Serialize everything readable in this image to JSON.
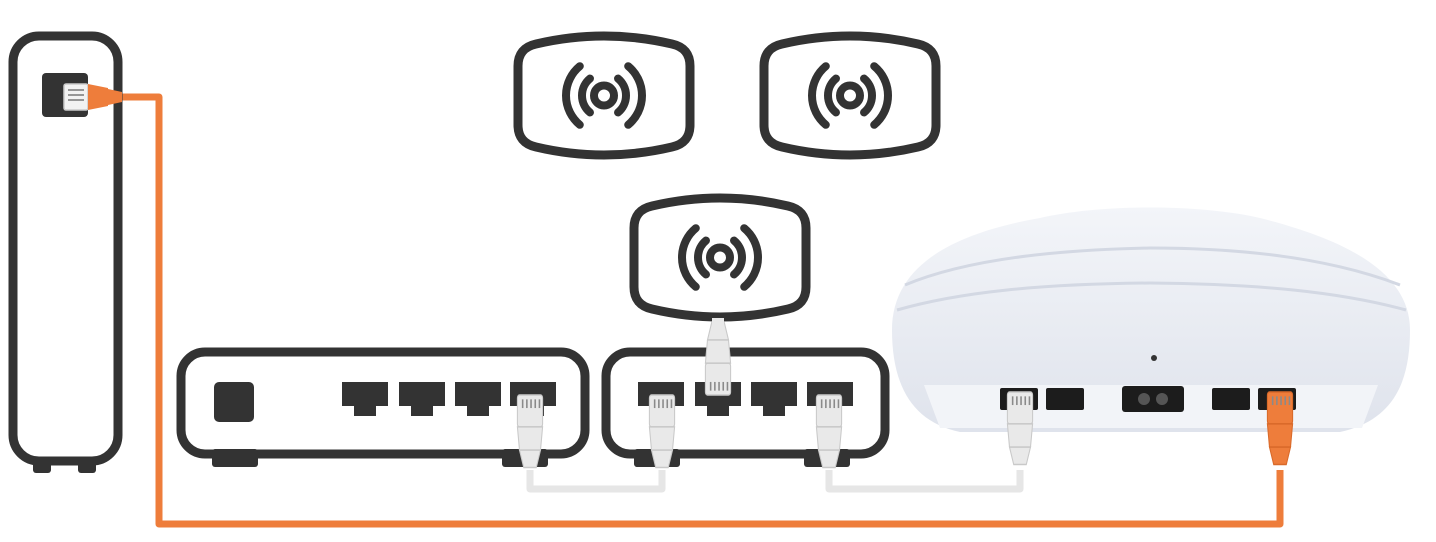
{
  "colors": {
    "outline": "#333333",
    "background": "#ffffff",
    "wan_cable": "#ee7d3b",
    "lan_cable": "#e6e6e6",
    "lan_plug": "#e9e9e9",
    "mesh_unit": "#e7eaf2",
    "mesh_shade": "#dde1eb",
    "mesh_port": "#1c1c1c"
  },
  "icons": {
    "modem": "modem-icon",
    "wifi": "wifi-signal-icon",
    "switch": "network-switch-icon",
    "mesh_router": "mesh-router-icon",
    "ethernet_plug": "ethernet-plug-icon"
  },
  "devices": {
    "modem": {
      "label": ""
    },
    "switch_left": {
      "port_count": 4,
      "has_uplink_button": true
    },
    "switch_right": {
      "port_count": 4
    },
    "access_points": 3,
    "mesh_router": {
      "port_count": 4,
      "has_power_socket": true
    }
  },
  "connections": [
    {
      "from": "modem",
      "to": "mesh-router",
      "cable": "wan"
    },
    {
      "from": "switch-left",
      "to": "switch-right",
      "cable": "lan"
    },
    {
      "from": "switch-right",
      "to": "mesh-router",
      "cable": "lan"
    },
    {
      "from": "access-point-center",
      "to": "switch-right",
      "cable": "lan"
    }
  ]
}
